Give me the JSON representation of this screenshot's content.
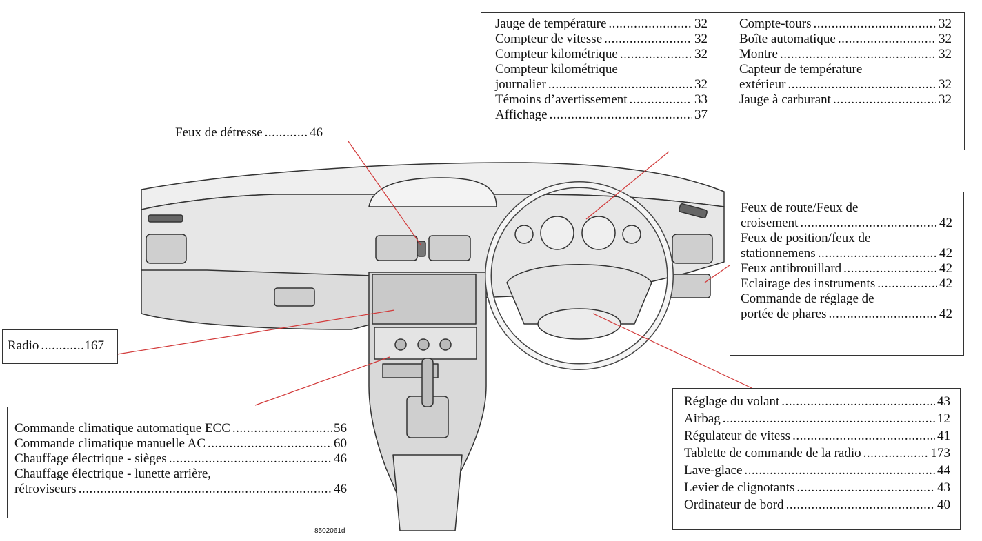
{
  "figure_code": "8502061d",
  "colors": {
    "pointer": "#d23a3a",
    "panel": "#e7e7e7",
    "outline": "#333333"
  },
  "boxes": {
    "instruments_left": [
      {
        "label": "Jauge de température",
        "page": "32"
      },
      {
        "label": "Compteur de vitesse",
        "page": "32"
      },
      {
        "label": "Compteur kilométrique",
        "page": "32"
      },
      {
        "label_line1": "Compteur kilométrique",
        "label": "journalier",
        "page": "32"
      },
      {
        "label": "Témoins d’avertissement",
        "page": "33"
      },
      {
        "label": "Affichage",
        "page": "37"
      }
    ],
    "instruments_right": [
      {
        "label": "Compte-tours",
        "page": "32"
      },
      {
        "label": "Boîte automatique",
        "page": "32"
      },
      {
        "label": "Montre",
        "page": "32"
      },
      {
        "label_line1": "Capteur de température",
        "label": "extérieur",
        "page": "32"
      },
      {
        "label": "Jauge à carburant",
        "page": "32"
      }
    ],
    "hazard": [
      {
        "label": "Feux de détresse",
        "page": "46"
      }
    ],
    "lights": [
      {
        "label_line1": "Feux de route/Feux de",
        "label": "croisement",
        "page": "42"
      },
      {
        "label_line1": "Feux de position/feux de",
        "label": "stationnemens",
        "page": "42"
      },
      {
        "label": "Feux antibrouillard",
        "page": "42"
      },
      {
        "label": "Eclairage des instruments",
        "page": "42"
      },
      {
        "label_line1": "Commande de réglage de",
        "label": "portée de phares",
        "page": "42"
      }
    ],
    "radio": [
      {
        "label": "Radio",
        "page": "167"
      }
    ],
    "climate": [
      {
        "label": "Commande climatique automatique ECC",
        "page": "56"
      },
      {
        "label": "Commande climatique manuelle AC",
        "page": "60"
      },
      {
        "label": "Chauffage électrique - sièges",
        "page": "46"
      },
      {
        "label_line1": "Chauffage électrique - lunette arrière,",
        "label": "rétroviseurs",
        "page": "46"
      }
    ],
    "steering": [
      {
        "label": "Réglage du volant",
        "page": "43"
      },
      {
        "label": "Airbag",
        "page": "12"
      },
      {
        "label": "Régulateur de vitess",
        "page": "41"
      },
      {
        "label": "Tablette de commande de la radio",
        "page": "173"
      },
      {
        "label": "Lave-glace",
        "page": "44"
      },
      {
        "label": "Levier de clignotants",
        "page": "43"
      },
      {
        "label": "Ordinateur de bord",
        "page": "40"
      }
    ]
  }
}
